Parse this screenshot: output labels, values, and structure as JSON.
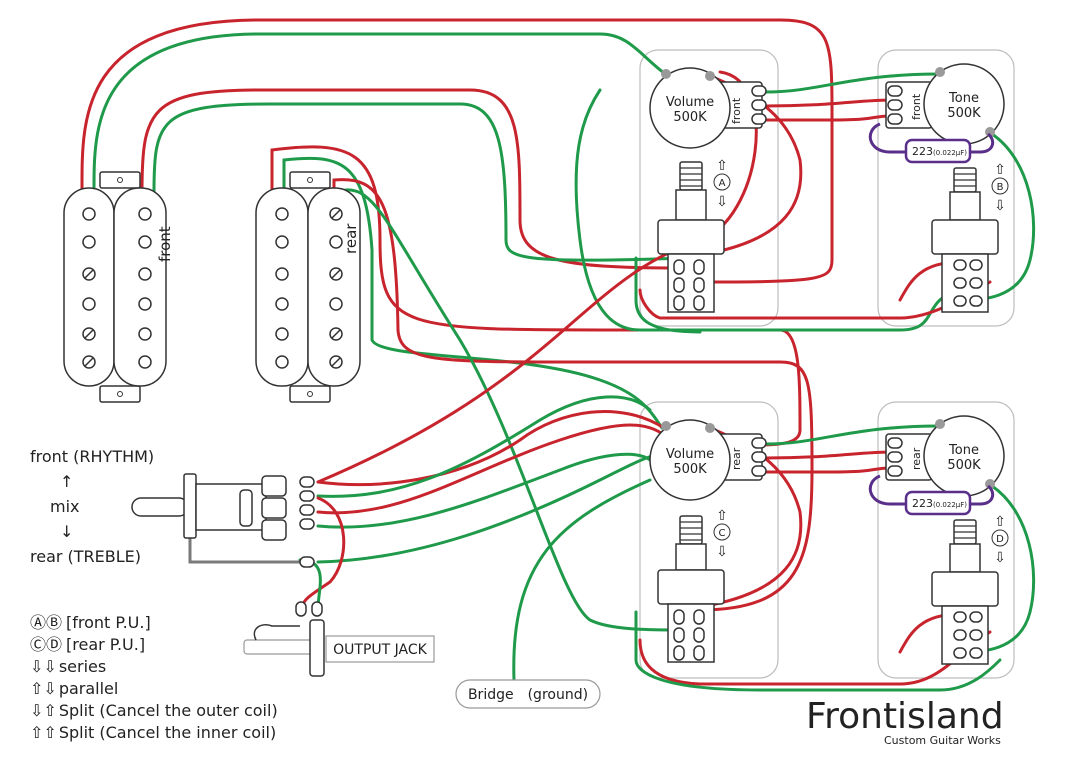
{
  "pickups": {
    "front_label": "front",
    "rear_label": "rear"
  },
  "pots": {
    "vol_front": {
      "name": "Volume",
      "value": "500K",
      "tag": "front"
    },
    "tone_front": {
      "name": "Tone",
      "value": "500K",
      "tag": "front"
    },
    "vol_rear": {
      "name": "Volume",
      "value": "500K",
      "tag": "rear"
    },
    "tone_rear": {
      "name": "Tone",
      "value": "500K",
      "tag": "rear"
    }
  },
  "capacitor": {
    "code": "223",
    "value": "(0.022μF)"
  },
  "switch_letters": {
    "a": "A",
    "b": "B",
    "c": "C",
    "d": "D"
  },
  "selector": {
    "top": "front (RHYTHM)",
    "arrow_up": "↑",
    "mid": "mix",
    "arrow_down": "↓",
    "bottom": "rear (TREBLE)"
  },
  "jack_label": "OUTPUT JACK",
  "bridge_label": "Bridge　(ground)",
  "legend": [
    {
      "symbols": "ⒶⒷ",
      "text": "[front P.U.]"
    },
    {
      "symbols": "ⒸⒹ",
      "text": "[rear P.U.]"
    },
    {
      "symbols": "⇩⇩",
      "text": "series"
    },
    {
      "symbols": "⇧⇩",
      "text": "parallel"
    },
    {
      "symbols": "⇩⇧",
      "text": "Split (Cancel the outer coil)"
    },
    {
      "symbols": "⇧⇧",
      "text": "Split (Cancel the inner coil)"
    }
  ],
  "brand": {
    "name": "Frontisland",
    "tagline": "Custom Guitar Works"
  },
  "colors": {
    "hot": "#c8242d",
    "ground": "#1f9a4a",
    "cap": "#5a2f8a"
  }
}
